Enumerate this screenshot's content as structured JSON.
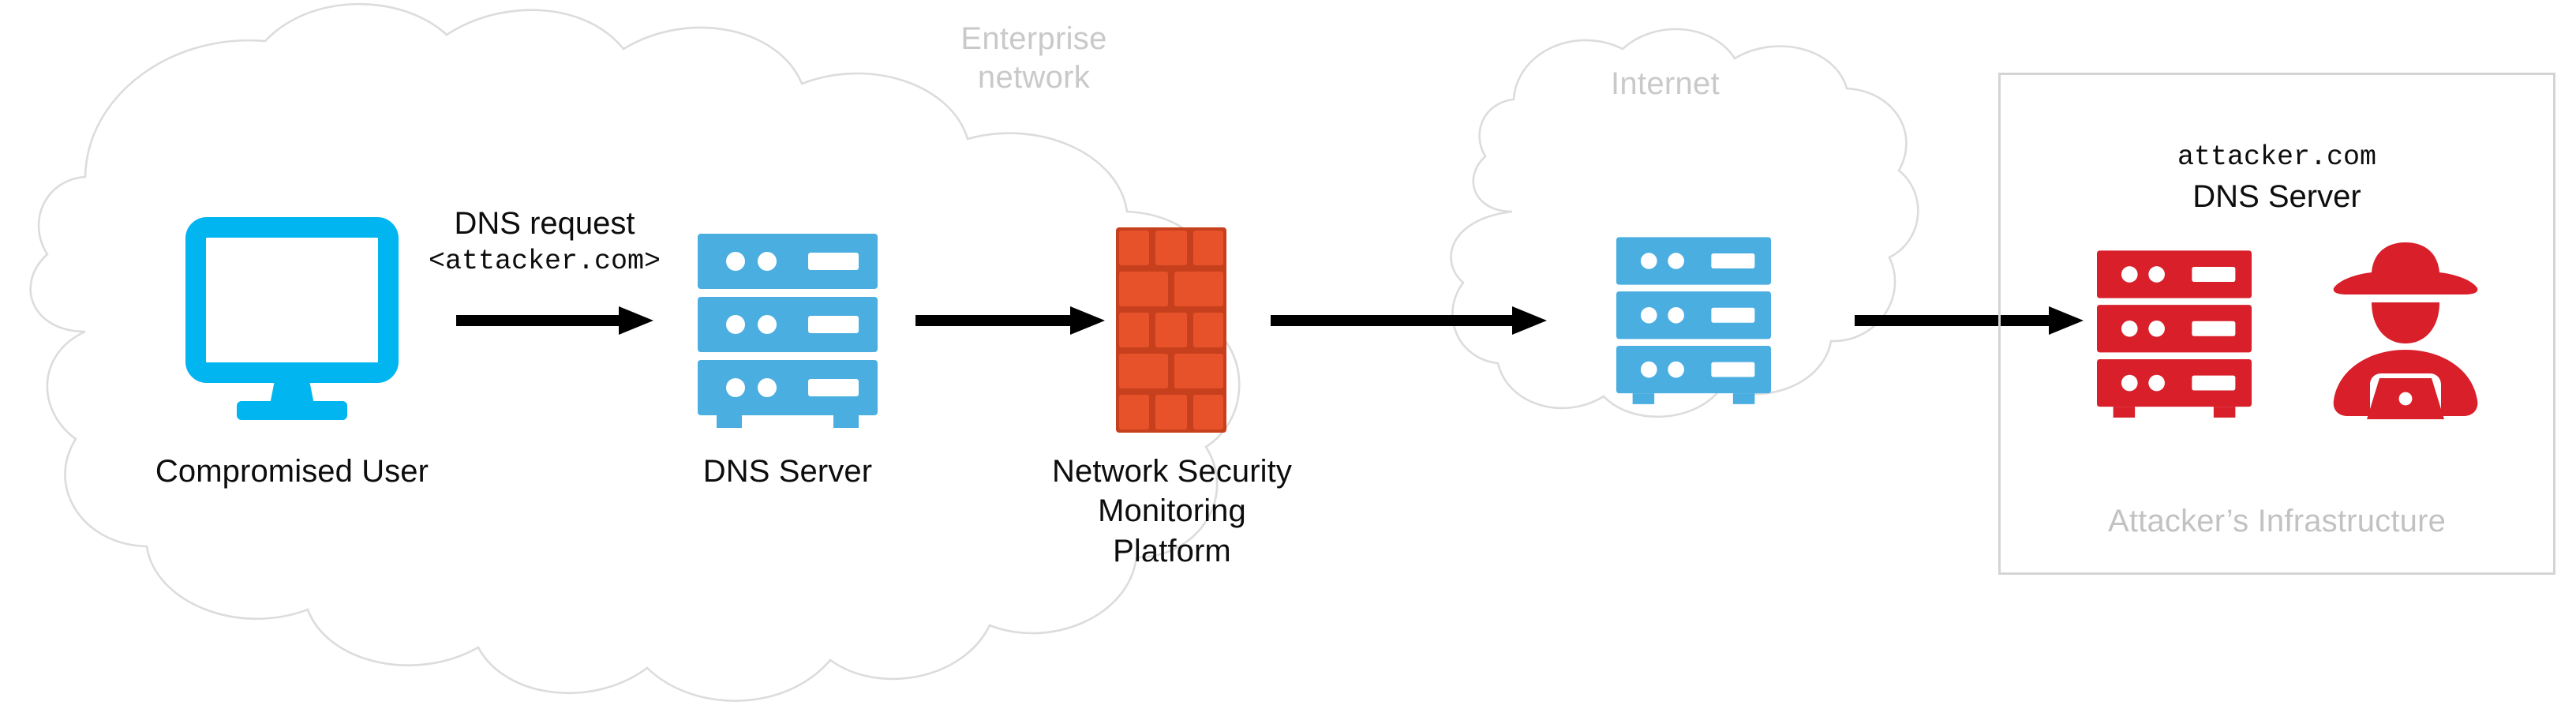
{
  "diagram": {
    "title": "DNS request flow from compromised user to attacker infrastructure",
    "colors": {
      "cloud_outline": "#dcdcdc",
      "cloud_label": "#c9c9c9",
      "device_blue": "#00b5f0",
      "server_blue": "#4aaee0",
      "firewall_orange": "#e8522a",
      "firewall_mortar": "#c7401d",
      "attacker_red": "#d81f2a",
      "arrow_black": "#000000",
      "box_border": "#d4d4d4",
      "text_black": "#0d0d0d"
    },
    "clouds": [
      {
        "name": "enterprise-network",
        "label": "Enterprise\nnetwork"
      },
      {
        "name": "internet",
        "label": "Internet"
      }
    ],
    "nodes": [
      {
        "name": "compromised-user",
        "icon": "monitor-icon",
        "label": "Compromised User",
        "color": "#00b5f0"
      },
      {
        "name": "dns-server",
        "icon": "server-icon",
        "label": "DNS Server",
        "color": "#4aaee0"
      },
      {
        "name": "network-security-monitoring-platform",
        "icon": "firewall-brick-icon",
        "label": "Network Security\nMonitoring\nPlatform",
        "color": "#e8522a"
      },
      {
        "name": "internet-server",
        "icon": "server-icon",
        "label": "",
        "color": "#4aaee0"
      },
      {
        "name": "attacker-dns-server",
        "icon": "server-icon",
        "label": "",
        "color": "#d81f2a"
      },
      {
        "name": "attacker-person",
        "icon": "hacker-icon",
        "label": "",
        "color": "#d81f2a"
      }
    ],
    "flow_label": {
      "line1": "DNS request",
      "line2": "<attacker.com>"
    },
    "arrows": [
      {
        "name": "arrow-user-to-dns"
      },
      {
        "name": "arrow-dns-to-firewall"
      },
      {
        "name": "arrow-firewall-to-internet"
      },
      {
        "name": "arrow-internet-to-attacker"
      }
    ],
    "attacker_panel": {
      "domain": "attacker.com",
      "role": "DNS Server",
      "caption": "Attacker’s Infrastructure"
    }
  }
}
